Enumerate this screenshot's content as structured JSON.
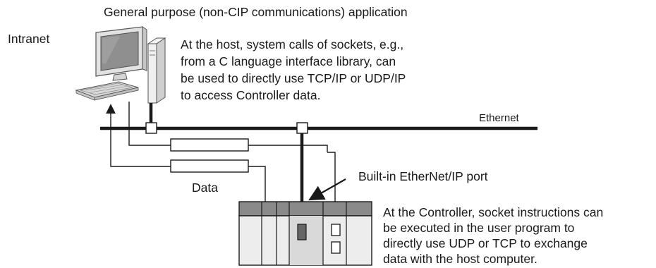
{
  "labels": {
    "app_title": "General purpose (non-CIP communications) application",
    "intranet": "Intranet",
    "host_note": [
      "At the host, system calls of sockets, e.g.,",
      "from a C language interface library, can",
      "be used to directly use TCP/IP or UDP/IP",
      "to access Controller data."
    ],
    "ethernet": "Ethernet",
    "port": "Built-in EtherNet/IP port",
    "data": "Data",
    "controller_note": [
      "At the Controller, socket instructions can",
      "be executed in the user program to",
      "directly use UDP or TCP to exchange",
      "data with the host computer."
    ]
  },
  "colors": {
    "line": "#1a1a1a",
    "monitor_fill": "#e2e2e2",
    "screen_fill": "#9a9a9a",
    "rack_fill": "#ededed",
    "rack_top": "#8a8a8a",
    "highlight": "#bdbdbd"
  },
  "icons": [
    "computer-icon",
    "controller-rack-icon"
  ]
}
